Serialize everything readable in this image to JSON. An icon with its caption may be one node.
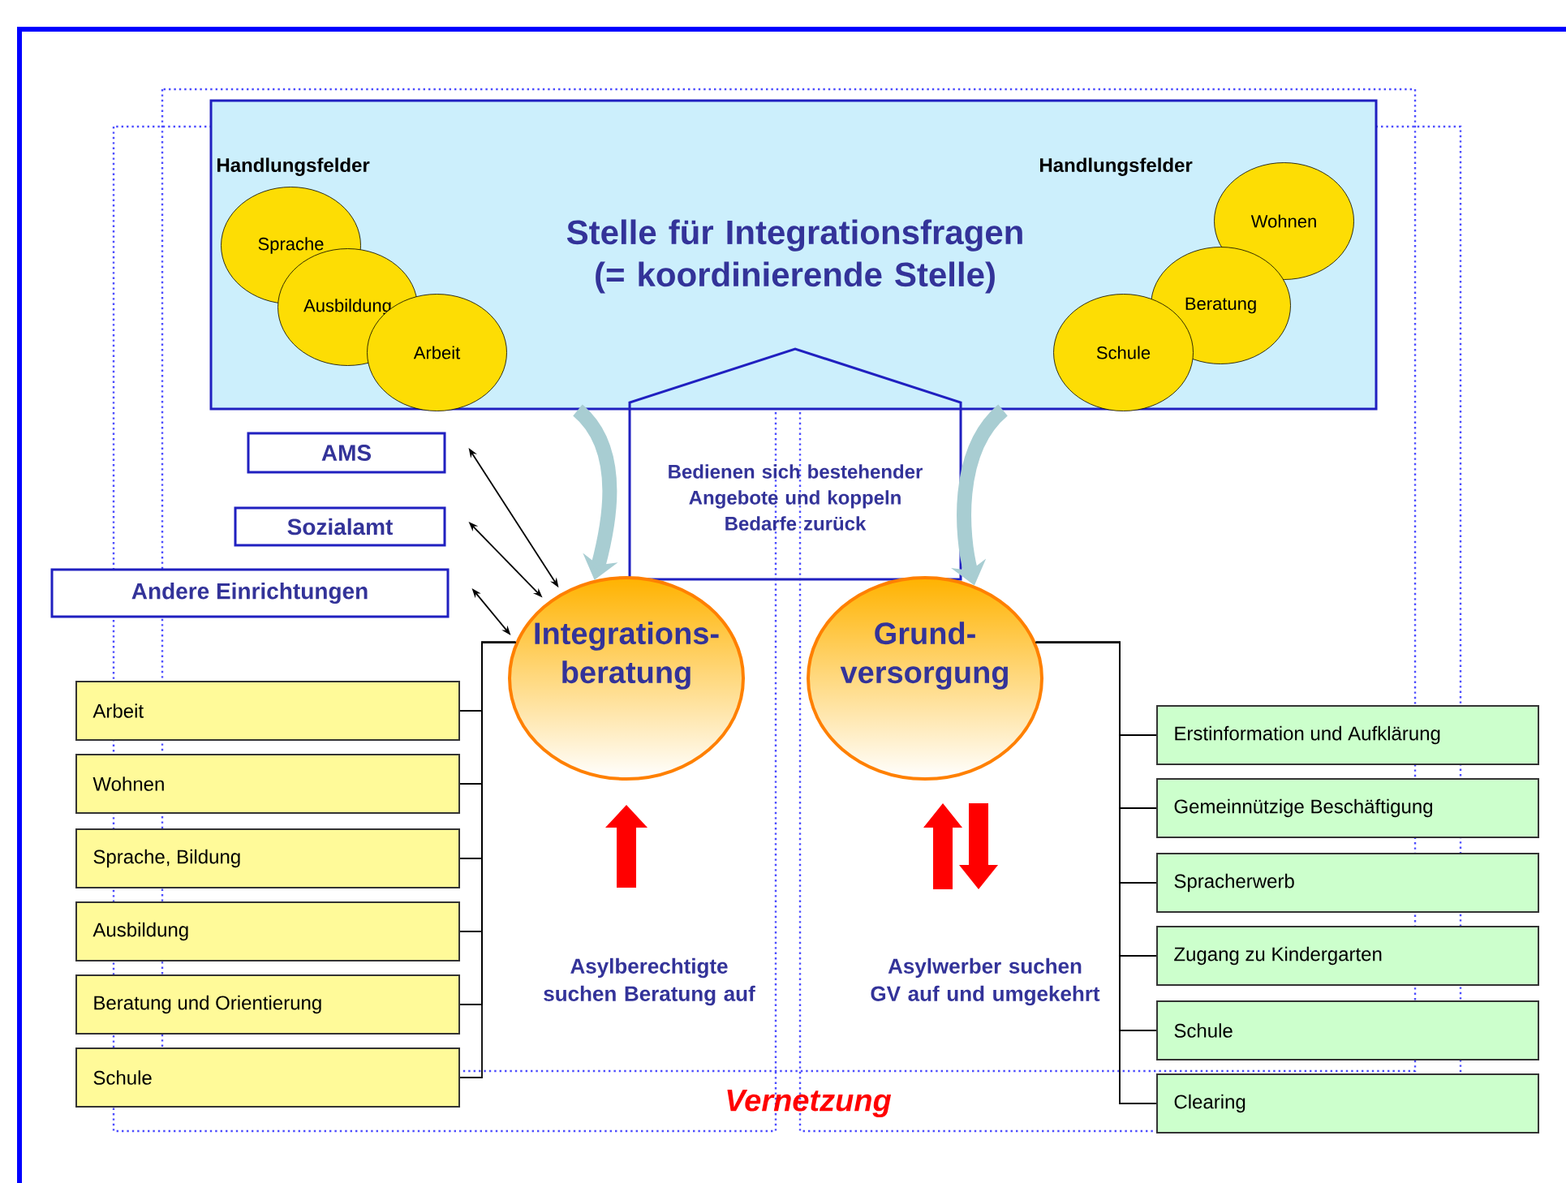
{
  "diagram": {
    "nodes": [
      {
        "text": [
          "Handlungsfelder",
          "Handlungsfelder",
          "Stelle für Integrationsfragen (= koordinierende Stelle)"
        ]
      },
      {
        "text": [
          "Sprache"
        ],
        "in": 0
      },
      {
        "text": [
          "Ausbildung"
        ],
        "in": 0
      },
      {
        "text": [
          "Arbeit"
        ],
        "in": 0
      },
      {
        "text": [
          "Wohnen"
        ],
        "in": 0
      },
      {
        "text": [
          "Beratung"
        ],
        "in": 0
      },
      {
        "text": [
          "Schule"
        ],
        "in": 0
      },
      {
        "text": [
          "Bedienen sich bestehender Angebote und koppeln Bedarfe zurück"
        ]
      },
      {
        "text": [
          "AMS"
        ]
      },
      {
        "text": [
          "Sozialamt"
        ]
      },
      {
        "text": [
          "Andere Einrichtungen"
        ]
      },
      {
        "text": [
          "Integrations- beratung"
        ]
      },
      {
        "text": [
          "Grund- versorgung"
        ]
      },
      {
        "text": [
          "Arbeit"
        ]
      },
      {
        "text": [
          "Wohnen"
        ]
      },
      {
        "text": [
          "Sprache, Bildung"
        ]
      },
      {
        "text": [
          "Ausbildung"
        ]
      },
      {
        "text": [
          "Beratung und Orientierung"
        ]
      },
      {
        "text": [
          "Schule"
        ]
      },
      {
        "text": [
          "Erstinformation und Aufklärung"
        ]
      },
      {
        "text": [
          "Gemeinnützige Beschäftigung"
        ]
      },
      {
        "text": [
          "Spracherwerb"
        ]
      },
      {
        "text": [
          "Zugang zu Kindergarten"
        ]
      },
      {
        "text": [
          "Schule"
        ]
      },
      {
        "text": [
          "Clearing"
        ]
      }
    ],
    "edges": [
      {
        "from": 0,
        "to": 11,
        "arrow": "to",
        "style": "thick",
        "color": "#a8cdd2"
      },
      {
        "from": 0,
        "to": 12,
        "arrow": "to",
        "style": "thick",
        "color": "#a8cdd2"
      },
      {
        "from": 8,
        "to": 11,
        "arrow": "both"
      },
      {
        "from": 9,
        "to": 11,
        "arrow": "both"
      },
      {
        "from": 10,
        "to": 11,
        "arrow": "both"
      },
      {
        "from": 11,
        "to": 13,
        "arrow": "none"
      },
      {
        "from": 11,
        "to": 14,
        "arrow": "none"
      },
      {
        "from": 11,
        "to": 15,
        "arrow": "none"
      },
      {
        "from": 11,
        "to": 16,
        "arrow": "none"
      },
      {
        "from": 11,
        "to": 17,
        "arrow": "none"
      },
      {
        "from": 11,
        "to": 18,
        "arrow": "none"
      },
      {
        "from": 12,
        "to": 19,
        "arrow": "none"
      },
      {
        "from": 12,
        "to": 20,
        "arrow": "none"
      },
      {
        "from": 12,
        "to": 21,
        "arrow": "none"
      },
      {
        "from": 12,
        "to": 22,
        "arrow": "none"
      },
      {
        "from": 12,
        "to": 23,
        "arrow": "none"
      },
      {
        "from": 12,
        "to": 24,
        "arrow": "none"
      }
    ],
    "labels": [
      "Asylberechtigte suchen Beratung auf",
      "Asylwerber suchen GV auf und umgekehrt",
      "Vernetzung"
    ]
  }
}
